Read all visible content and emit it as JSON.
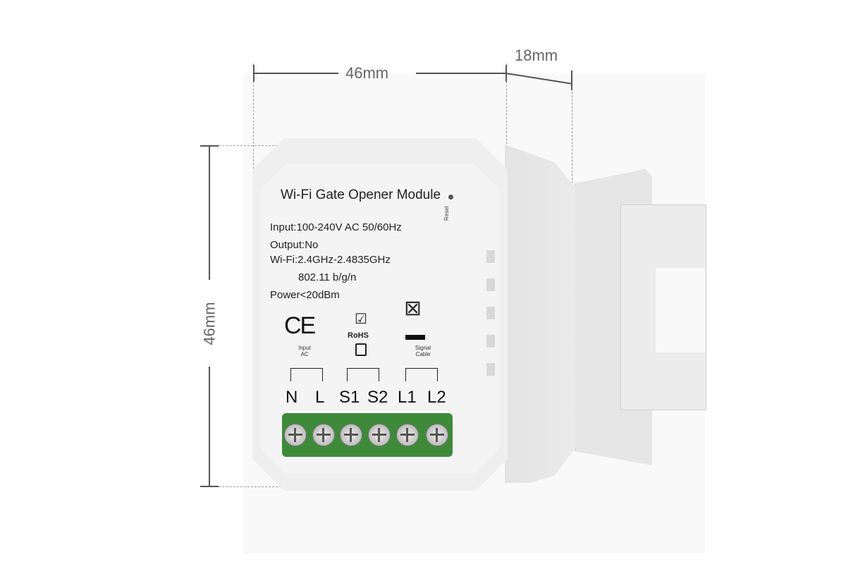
{
  "dimensions": {
    "width": "46mm",
    "height": "46mm",
    "depth": "18mm"
  },
  "label": {
    "title": "Wi-Fi Gate Opener Module",
    "reset": "Reset",
    "specs": [
      "Input:100-240V AC  50/60Hz",
      "Output:No",
      "Wi-Fi:2.4GHz-2.4835GHz",
      "802.11 b/g/n",
      "Power<20dBm"
    ],
    "ce": "CE",
    "rohs": "RoHS",
    "input_ac": "Input AC",
    "signal_cable": "Signal Cable",
    "terminals": [
      "N",
      "L",
      "S1",
      "S2",
      "L1",
      "L2"
    ]
  }
}
